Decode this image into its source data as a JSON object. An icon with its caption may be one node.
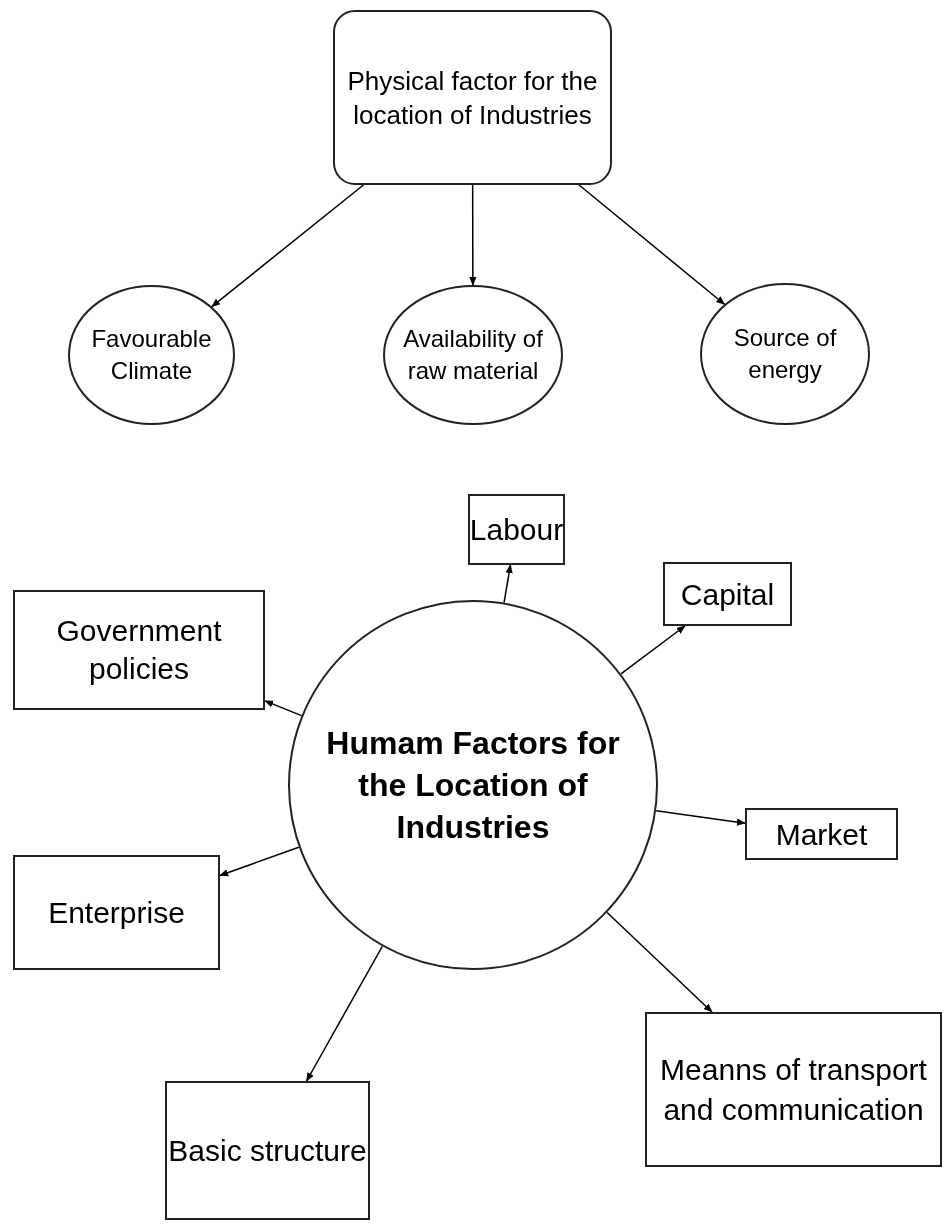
{
  "diagram": {
    "nodes": [
      {
        "text": [
          "Physical factor for the location of Industries"
        ]
      },
      {
        "text": [
          "Favourable Climate"
        ]
      },
      {
        "text": [
          "Availability of raw material"
        ]
      },
      {
        "text": [
          "Source of energy"
        ]
      },
      {
        "text": [
          "Humam Factors for the Location of Industries"
        ]
      },
      {
        "text": [
          "Labour"
        ]
      },
      {
        "text": [
          "Capital"
        ]
      },
      {
        "text": [
          "Government policies"
        ]
      },
      {
        "text": [
          "Market"
        ]
      },
      {
        "text": [
          "Enterprise"
        ]
      },
      {
        "text": [
          "Meanns of transport and communication"
        ]
      },
      {
        "text": [
          "Basic structure"
        ]
      }
    ],
    "edges": [
      {
        "from": 0,
        "to": 1,
        "arrow": "to"
      },
      {
        "from": 0,
        "to": 2,
        "arrow": "to"
      },
      {
        "from": 0,
        "to": 3,
        "arrow": "to"
      },
      {
        "from": 4,
        "to": 5,
        "arrow": "to"
      },
      {
        "from": 4,
        "to": 6,
        "arrow": "to"
      },
      {
        "from": 4,
        "to": 7,
        "arrow": "to"
      },
      {
        "from": 4,
        "to": 8,
        "arrow": "to"
      },
      {
        "from": 4,
        "to": 9,
        "arrow": "to"
      },
      {
        "from": 4,
        "to": 10,
        "arrow": "to"
      },
      {
        "from": 4,
        "to": 11,
        "arrow": "to"
      }
    ]
  }
}
